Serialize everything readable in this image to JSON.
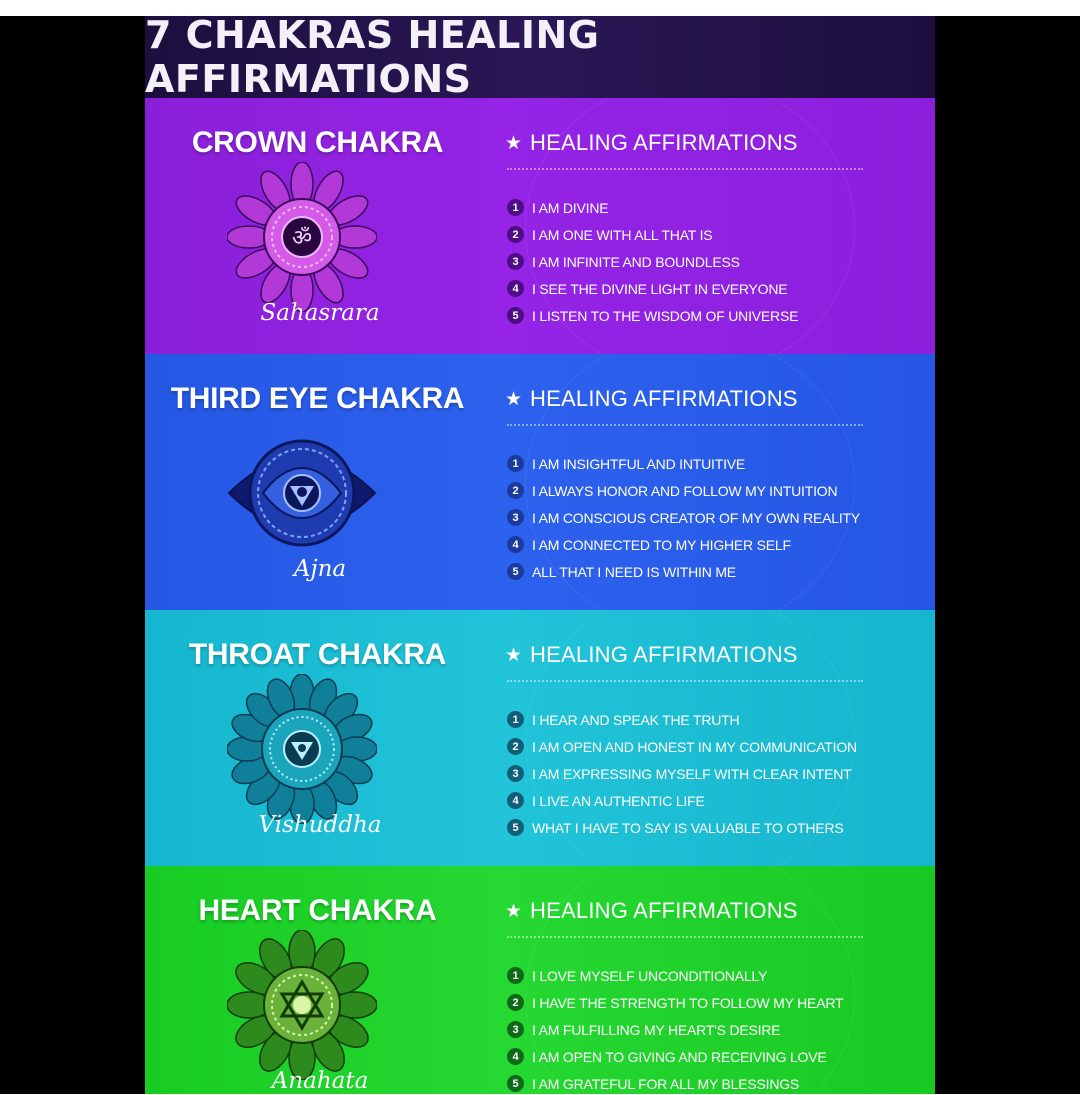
{
  "title": "7 CHAKRAS HEALING AFFIRMATIONS",
  "colors": {
    "crown": "#9524e6",
    "third_eye": "#2d62ee",
    "throat": "#22c4d9",
    "heart": "#26d832",
    "title_bar": "#241349"
  },
  "chakras": [
    {
      "name": "CROWN CHAKRA",
      "sanskrit": "Sahasrara",
      "icon": "crown-chakra-mandala-icon",
      "heading": "HEALING AFFIRMATIONS",
      "affirmations": [
        {
          "num": "1",
          "text": "I AM DIVINE"
        },
        {
          "num": "2",
          "text": "I AM ONE WITH ALL THAT IS"
        },
        {
          "num": "3",
          "text": "I AM INFINITE AND BOUNDLESS"
        },
        {
          "num": "4",
          "text": "I SEE THE DIVINE LIGHT IN EVERYONE"
        },
        {
          "num": "5",
          "text": "I LISTEN TO THE WISDOM OF UNIVERSE"
        }
      ]
    },
    {
      "name": "THIRD EYE CHAKRA",
      "sanskrit": "Ajna",
      "icon": "third-eye-chakra-mandala-icon",
      "heading": "HEALING AFFIRMATIONS",
      "affirmations": [
        {
          "num": "1",
          "text": "I AM INSIGHTFUL AND INTUITIVE"
        },
        {
          "num": "2",
          "text": "I ALWAYS HONOR AND FOLLOW MY INTUITION"
        },
        {
          "num": "3",
          "text": "I AM CONSCIOUS CREATOR OF MY OWN REALITY"
        },
        {
          "num": "4",
          "text": "I AM CONNECTED TO MY HIGHER SELF"
        },
        {
          "num": "5",
          "text": "ALL THAT I NEED IS WITHIN ME"
        }
      ]
    },
    {
      "name": "THROAT CHAKRA",
      "sanskrit": "Vishuddha",
      "icon": "throat-chakra-mandala-icon",
      "heading": "HEALING AFFIRMATIONS",
      "affirmations": [
        {
          "num": "1",
          "text": "I HEAR AND SPEAK THE TRUTH"
        },
        {
          "num": "2",
          "text": "I AM OPEN AND HONEST IN MY COMMUNICATION"
        },
        {
          "num": "3",
          "text": "I AM EXPRESSING MYSELF WITH CLEAR INTENT"
        },
        {
          "num": "4",
          "text": "I LIVE AN AUTHENTIC LIFE"
        },
        {
          "num": "5",
          "text": "WHAT I HAVE TO SAY IS VALUABLE TO OTHERS"
        }
      ]
    },
    {
      "name": "HEART CHAKRA",
      "sanskrit": "Anahata",
      "icon": "heart-chakra-mandala-icon",
      "heading": "HEALING AFFIRMATIONS",
      "affirmations": [
        {
          "num": "1",
          "text": "I LOVE MYSELF UNCONDITIONALLY"
        },
        {
          "num": "2",
          "text": "I HAVE THE STRENGTH TO FOLLOW MY HEART"
        },
        {
          "num": "3",
          "text": "I AM FULFILLING MY HEART'S DESIRE"
        },
        {
          "num": "4",
          "text": "I AM OPEN TO GIVING AND RECEIVING LOVE"
        },
        {
          "num": "5",
          "text": "I AM GRATEFUL FOR ALL MY BLESSINGS"
        }
      ]
    }
  ]
}
